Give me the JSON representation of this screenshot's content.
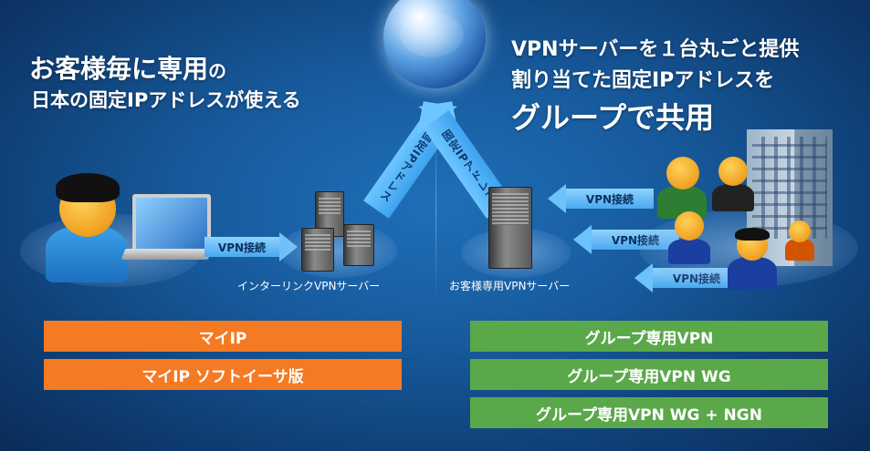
{
  "left": {
    "headline_main": "お客様毎に専用",
    "headline_particle": "の",
    "headline_sub": "日本の固定IPアドレスが使える",
    "arrow_label": "VPN接続",
    "server_caption": "インターリンクVPNサーバー",
    "uplink_label": "固定IPアドレス",
    "buttons": [
      "マイIP",
      "マイIP ソフトイーサ版"
    ]
  },
  "right": {
    "headline_1": "VPNサーバーを１台丸ごと提供",
    "headline_2": "割り当てた固定IPアドレスを",
    "headline_3": "グループで共用",
    "uplink_label": "固定IPアドレス",
    "arrow_labels": [
      "VPN接続",
      "VPN接続",
      "VPN接続"
    ],
    "server_caption": "お客様専用VPNサーバー",
    "buttons": [
      "グループ専用VPN",
      "グループ専用VPN WG",
      "グループ専用VPN WG + NGN"
    ]
  },
  "colors": {
    "orange": "#f47a24",
    "green": "#5aa84a",
    "arrow": "#6ec6ff"
  }
}
